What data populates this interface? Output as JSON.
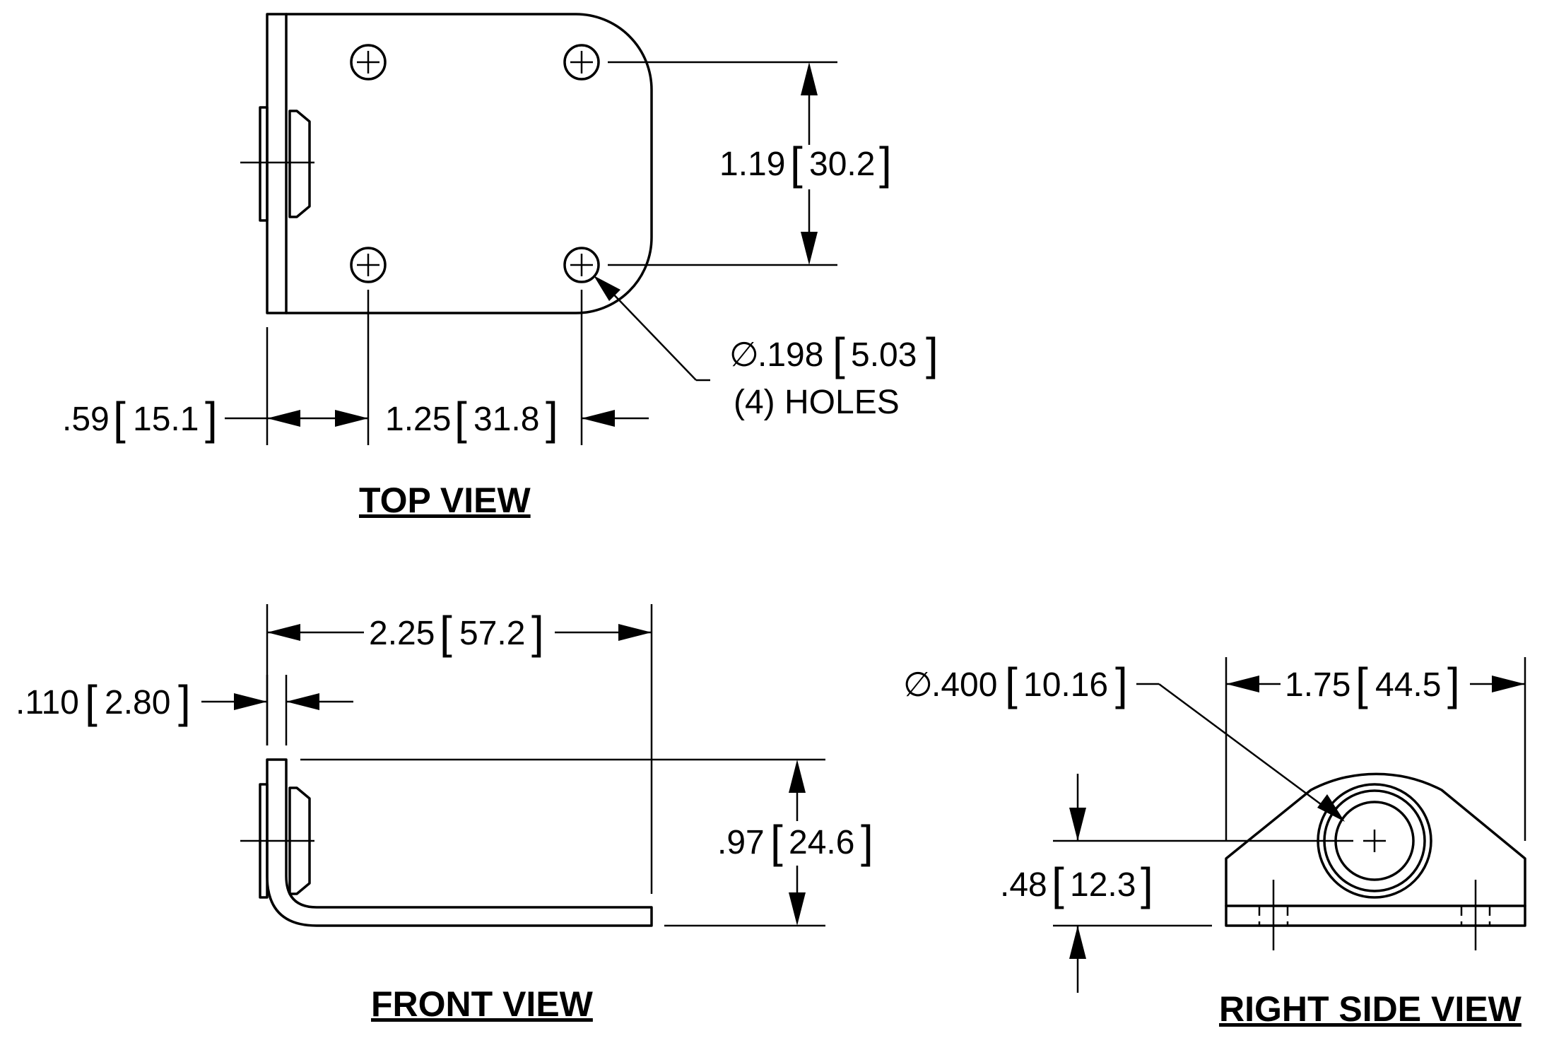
{
  "views": {
    "top": {
      "title": "TOP VIEW"
    },
    "front": {
      "title": "FRONT VIEW"
    },
    "right": {
      "title": "RIGHT SIDE VIEW"
    }
  },
  "dimensions": {
    "top_hole_spacing_vertical": {
      "inch": "1.19",
      "mm": "30.2"
    },
    "top_hole_dia": {
      "symbol": "∅",
      "inch": ".198",
      "mm": "5.03",
      "note": "(4) HOLES"
    },
    "top_left_offset": {
      "inch": ".59",
      "mm": "15.1"
    },
    "top_hole_spacing_horizontal": {
      "inch": "1.25",
      "mm": "31.8"
    },
    "front_length": {
      "inch": "2.25",
      "mm": "57.2"
    },
    "front_thickness": {
      "inch": ".110",
      "mm": "2.80"
    },
    "front_height": {
      "inch": ".97",
      "mm": "24.6"
    },
    "side_hole_dia": {
      "symbol": "∅",
      "inch": ".400",
      "mm": "10.16"
    },
    "side_width": {
      "inch": "1.75",
      "mm": "44.5"
    },
    "side_center_height": {
      "inch": ".48",
      "mm": "12.3"
    }
  }
}
